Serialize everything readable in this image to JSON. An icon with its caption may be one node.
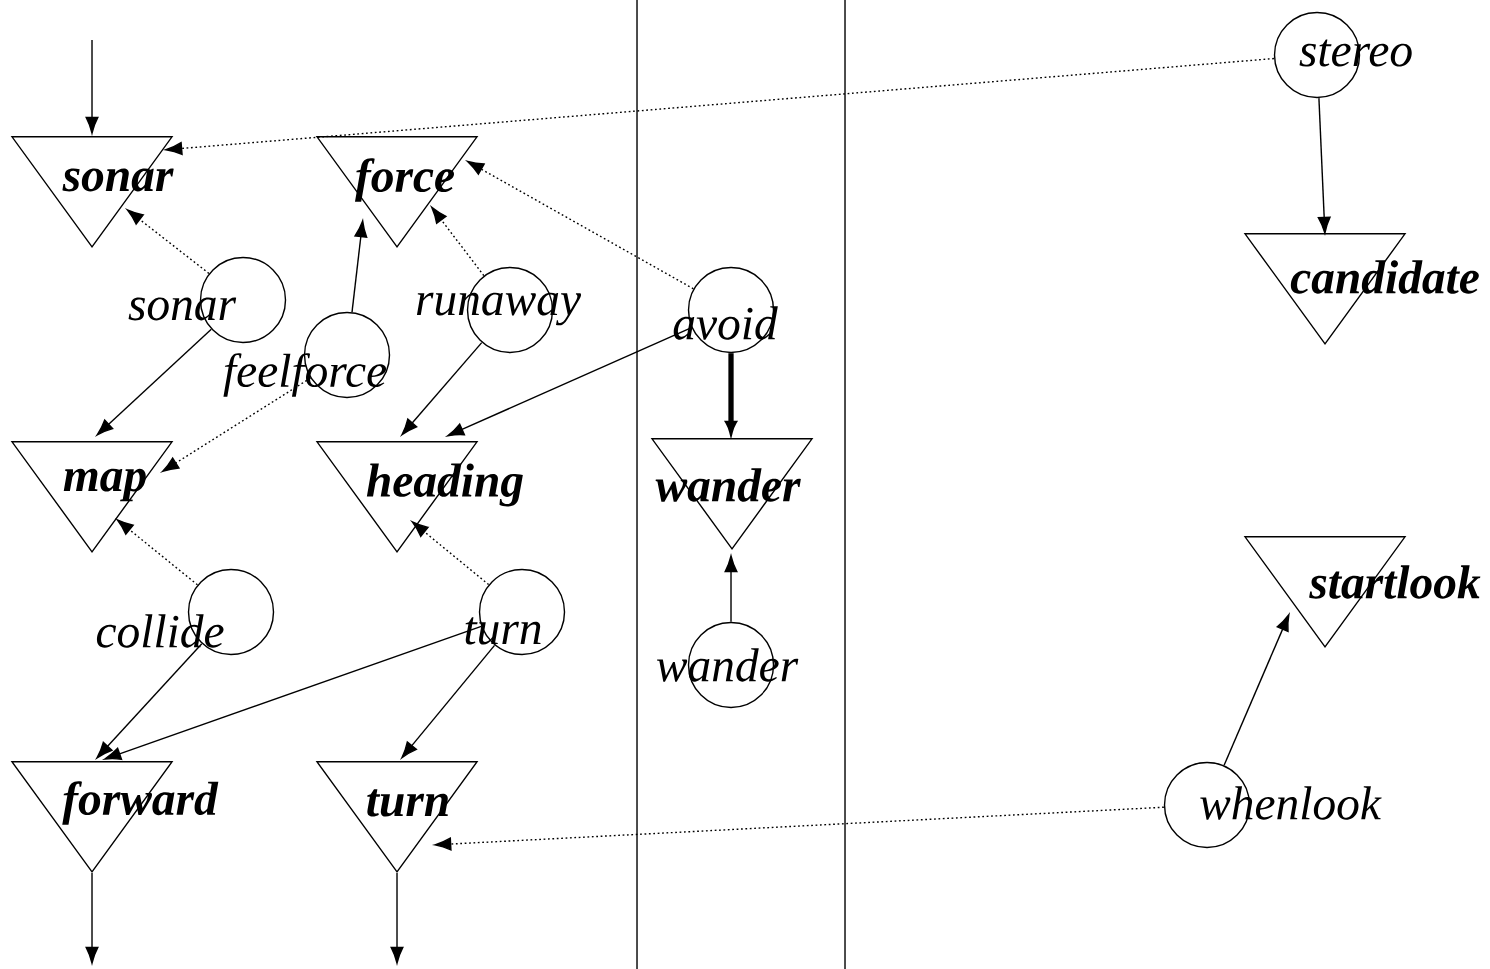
{
  "diagram": {
    "nodes": [
      {
        "text": [
          "stereo"
        ]
      },
      {
        "text": [
          "sonar"
        ]
      },
      {
        "text": [
          "force"
        ]
      },
      {
        "text": [
          "candidate"
        ]
      },
      {
        "text": [
          "sonar"
        ]
      },
      {
        "text": [
          "runaway"
        ]
      },
      {
        "text": [
          "avoid"
        ]
      },
      {
        "text": [
          "feelforce"
        ]
      },
      {
        "text": [
          "map"
        ]
      },
      {
        "text": [
          "heading"
        ]
      },
      {
        "text": [
          "wander"
        ]
      },
      {
        "text": [
          "startlook"
        ]
      },
      {
        "text": [
          "collide"
        ]
      },
      {
        "text": [
          "turn"
        ]
      },
      {
        "text": [
          "wander"
        ]
      },
      {
        "text": [
          "forward"
        ]
      },
      {
        "text": [
          "turn"
        ]
      },
      {
        "text": [
          "whenlook"
        ]
      }
    ],
    "edges": [
      {
        "from": null,
        "to": 1,
        "arrow": "to"
      },
      {
        "from": 0,
        "to": 1,
        "arrow": "to",
        "style": "dashed"
      },
      {
        "from": 0,
        "to": 3,
        "arrow": "to"
      },
      {
        "from": 4,
        "to": 1,
        "arrow": "to",
        "style": "dashed"
      },
      {
        "from": 4,
        "to": 8,
        "arrow": "to"
      },
      {
        "from": 7,
        "to": 2,
        "arrow": "to"
      },
      {
        "from": 7,
        "to": 8,
        "arrow": "to",
        "style": "dashed"
      },
      {
        "from": 5,
        "to": 2,
        "arrow": "to",
        "style": "dashed"
      },
      {
        "from": 5,
        "to": 9,
        "arrow": "to"
      },
      {
        "from": 6,
        "to": 2,
        "arrow": "to",
        "style": "dashed"
      },
      {
        "from": 6,
        "to": 9,
        "arrow": "to"
      },
      {
        "from": 6,
        "to": 10,
        "arrow": "to",
        "style": "thick"
      },
      {
        "from": 12,
        "to": 8,
        "arrow": "to",
        "style": "dashed"
      },
      {
        "from": 12,
        "to": 15,
        "arrow": "to"
      },
      {
        "from": 13,
        "to": 9,
        "arrow": "to",
        "style": "dashed"
      },
      {
        "from": 13,
        "to": 15,
        "arrow": "to"
      },
      {
        "from": 13,
        "to": 16,
        "arrow": "to"
      },
      {
        "from": 14,
        "to": 10,
        "arrow": "to"
      },
      {
        "from": 17,
        "to": 11,
        "arrow": "to"
      },
      {
        "from": 17,
        "to": 16,
        "arrow": "to",
        "style": "dashed"
      },
      {
        "from": 15,
        "to": null,
        "arrow": "to"
      },
      {
        "from": 16,
        "to": null,
        "arrow": "to"
      }
    ]
  }
}
